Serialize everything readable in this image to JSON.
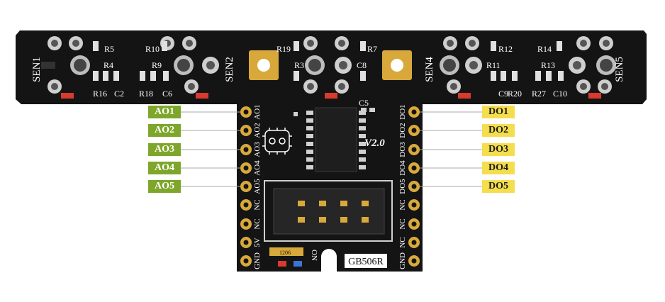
{
  "board": {
    "model": "GB506R",
    "version": "V2.0",
    "sensors": [
      "SEN1",
      "SEN2",
      "SEN4",
      "SEN5"
    ],
    "resistors": [
      "R5",
      "R4",
      "R16",
      "R10",
      "R9",
      "R18",
      "R19",
      "R3",
      "R7",
      "R12",
      "R11",
      "R20",
      "R14",
      "R13",
      "R27"
    ],
    "capacitors": [
      "C2",
      "C6",
      "C8",
      "C5",
      "C9",
      "C10"
    ],
    "left_header_pins": [
      "AO1",
      "AO2",
      "AO3",
      "AO4",
      "AO5",
      "NC",
      "NC",
      "5V",
      "GND"
    ],
    "right_header_pins": [
      "DO1",
      "DO2",
      "DO3",
      "DO4",
      "DO5",
      "NC",
      "NC",
      "NC",
      "GND"
    ],
    "misc_silkscreen": [
      "1206",
      "ON"
    ]
  },
  "callouts": {
    "analog": [
      "AO1",
      "AO2",
      "AO3",
      "AO4",
      "AO5"
    ],
    "digital": [
      "DO1",
      "DO2",
      "DO3",
      "DO4",
      "DO5"
    ]
  },
  "colors": {
    "pcb": "#141414",
    "gold": "#d8a93a",
    "analog_label": "#7da62a",
    "digital_label": "#f4de4e",
    "led_red": "#d93a2e",
    "led_blue": "#3a74d9"
  }
}
